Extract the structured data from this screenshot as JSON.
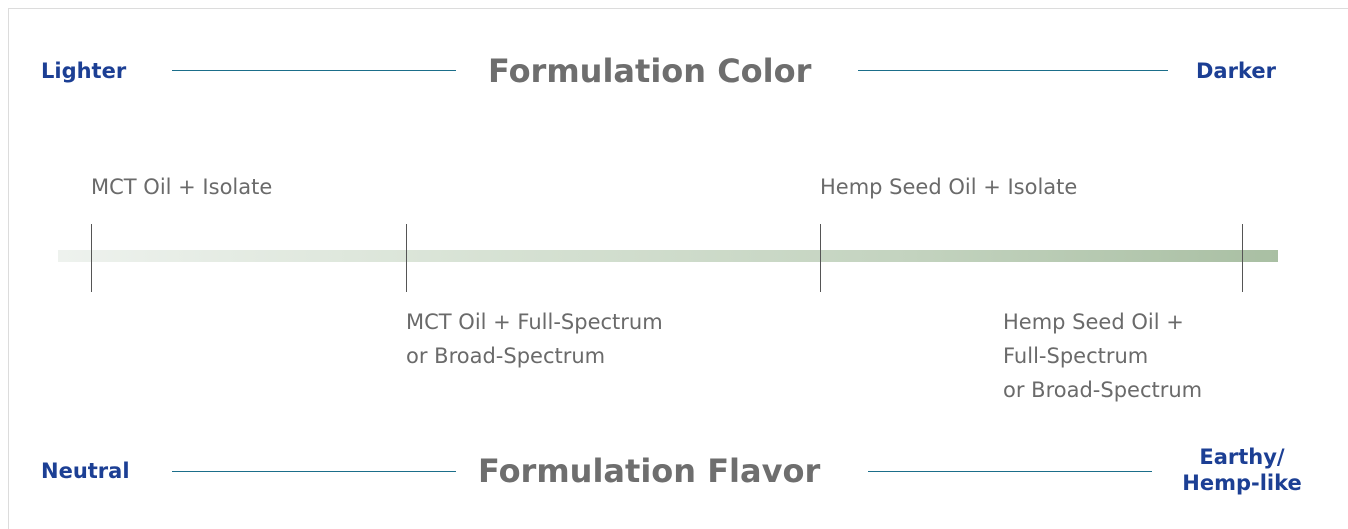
{
  "color_scale": {
    "left_label": "Lighter",
    "title": "Formulation Color",
    "right_label": "Darker"
  },
  "flavor_scale": {
    "left_label": "Neutral",
    "title": "Formulation Flavor",
    "right_label_line1": "Earthy/",
    "right_label_line2": "Hemp-like"
  },
  "stages": {
    "s1": {
      "line1": "MCT Oil + Isolate"
    },
    "s2": {
      "line1": "MCT Oil + Full-Spectrum",
      "line2": "or Broad-Spectrum"
    },
    "s3": {
      "line1": "Hemp Seed Oil + Isolate"
    },
    "s4": {
      "line1": "Hemp Seed Oil +",
      "line2": "Full-Spectrum",
      "line3": "or Broad-Spectrum"
    }
  },
  "colors": {
    "edge_label": "#1c3f94",
    "title": "#6e6e6e",
    "rule": "#1b6e8a",
    "gradient_start": "#eef2ee",
    "gradient_end": "#a9bfa3"
  }
}
